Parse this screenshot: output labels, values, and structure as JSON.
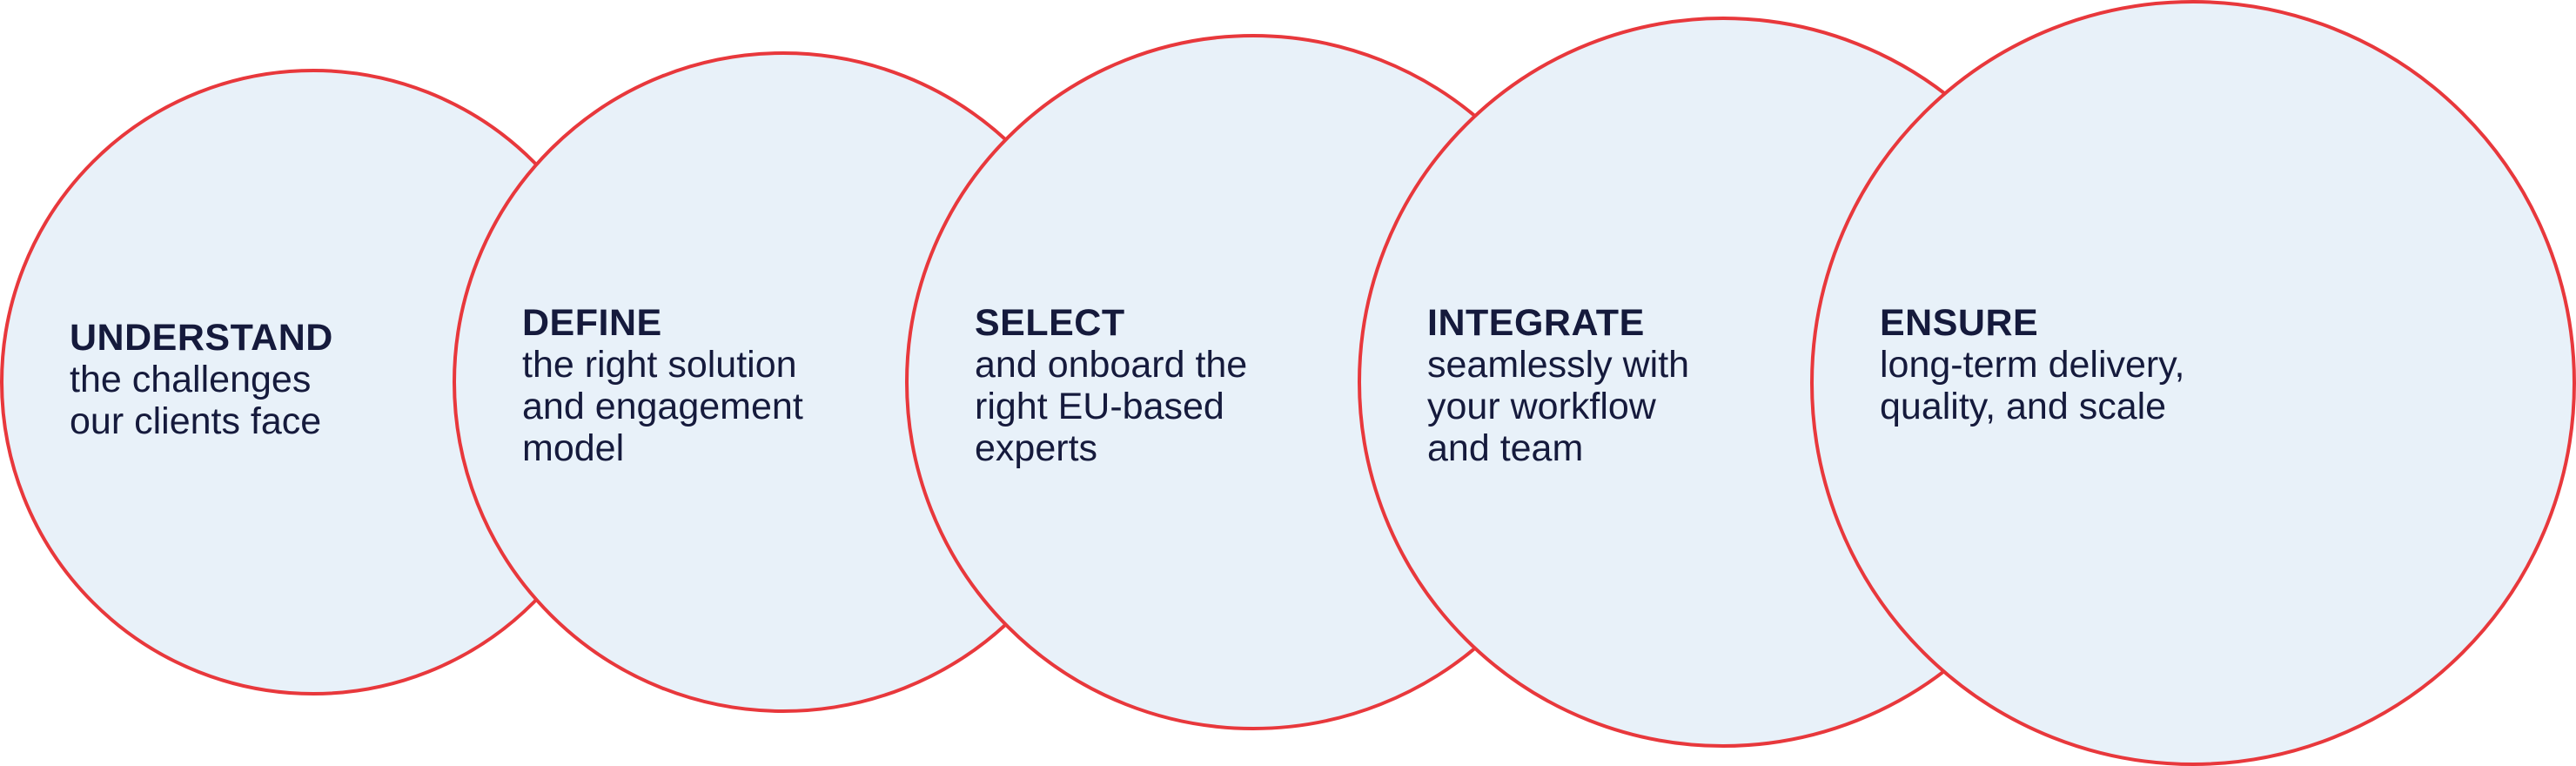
{
  "steps": [
    {
      "title": "UNDERSTAND",
      "lines": [
        "the challenges",
        "our clients face"
      ]
    },
    {
      "title": "DEFINE",
      "lines": [
        "the right solution",
        "and engagement",
        "model"
      ]
    },
    {
      "title": "SELECT",
      "lines": [
        "and onboard the",
        "right EU-based",
        "experts"
      ]
    },
    {
      "title": "INTEGRATE",
      "lines": [
        "seamlessly with",
        "your workflow",
        "and team"
      ]
    },
    {
      "title": "ENSURE",
      "lines": [
        "long-term delivery,",
        "quality, and scale"
      ]
    }
  ],
  "colors": {
    "circle_fill": "#e8f1f9",
    "circle_stroke": "#e8383c",
    "text": "#151a3c"
  }
}
